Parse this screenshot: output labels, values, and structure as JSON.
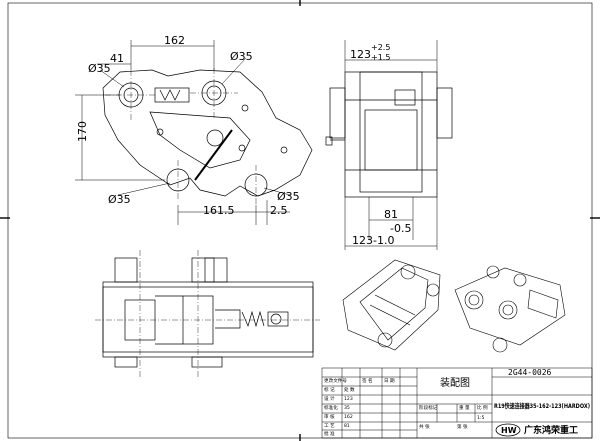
{
  "dimensions": {
    "top_width": "162",
    "left_offset": "41",
    "dia_tl": "Ø35",
    "dia_tr": "Ø35",
    "height": "170",
    "dia_bl": "Ø35",
    "dia_br": "Ø35",
    "bottom_width": "161.5",
    "bottom_tol": "2.5",
    "side_top_base": "123",
    "side_top_tol_upper": "+2.5",
    "side_top_tol_lower": "+1.5",
    "side_81": "81",
    "side_81_tol": "-0.5",
    "side_bottom": "123-1.0"
  },
  "title_block": {
    "drawing_type": "装配图",
    "drawing_no": "2G44-0026",
    "product_name": "R19快速连接器35-162-123(HARDOX)",
    "company": "广东鸿荣重工",
    "logo_text": "HW",
    "scale": "1:5",
    "labels": [
      "更改文件号",
      "签 名",
      "日 期",
      "标 记",
      "处 数",
      "设 计",
      "标准化",
      "审 核",
      "工 艺",
      "批 准",
      "阶段标记",
      "重 量",
      "比 例",
      "共 张",
      "第 张"
    ],
    "values": [
      "123",
      "35",
      "162",
      "81"
    ]
  }
}
